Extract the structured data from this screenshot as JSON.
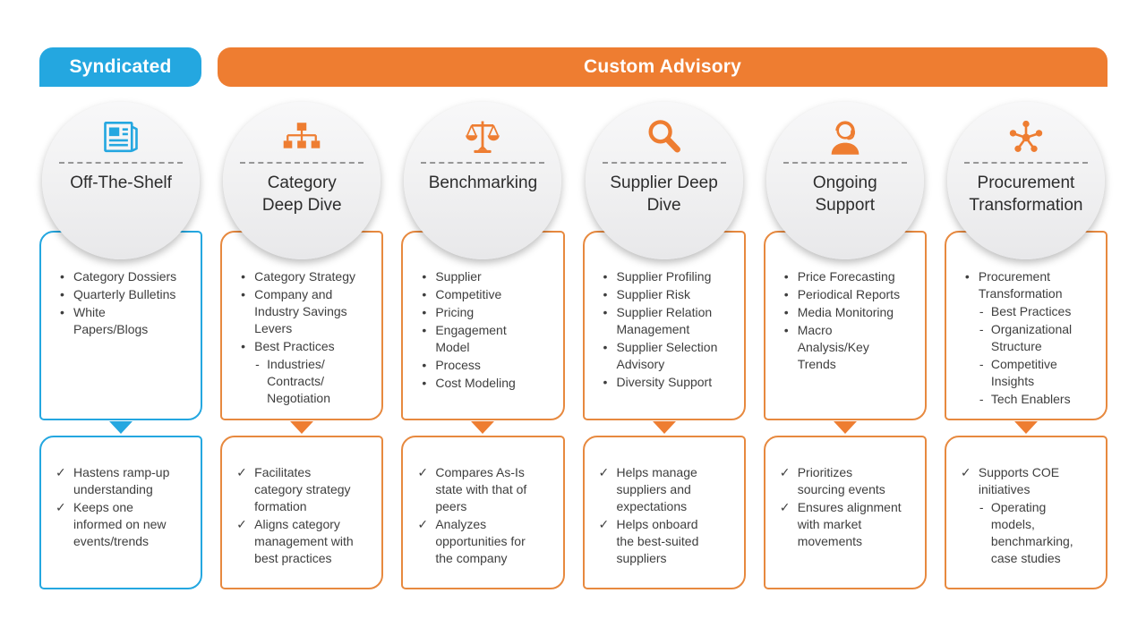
{
  "colors": {
    "blue": "#24A7E0",
    "orange": "#EE7D31",
    "orange_border": "#E7893F",
    "text": "#3E3E3E"
  },
  "header": {
    "syndicated_label": "Syndicated",
    "custom_advisory_label": "Custom Advisory"
  },
  "columns": [
    {
      "id": "off-the-shelf",
      "accent": "blue",
      "icon": "newspaper-icon",
      "title": "Off-The-Shelf",
      "services": [
        {
          "marker": "bullet",
          "text": "Category Dossiers"
        },
        {
          "marker": "bullet",
          "text": "Quarterly Bulletins"
        },
        {
          "marker": "bullet",
          "text": "White\nPapers/Blogs"
        }
      ],
      "benefits": [
        {
          "marker": "check",
          "text": "Hastens ramp-up\nunderstanding"
        },
        {
          "marker": "check",
          "text": "Keeps one\ninformed on new\nevents/trends"
        }
      ]
    },
    {
      "id": "category-deep-dive",
      "accent": "orange",
      "icon": "sitemap-icon",
      "title": "Category\nDeep Dive",
      "services": [
        {
          "marker": "bullet",
          "text": "Category Strategy"
        },
        {
          "marker": "bullet",
          "text": "Company and\nIndustry Savings\nLevers"
        },
        {
          "marker": "bullet",
          "text": "Best Practices"
        },
        {
          "marker": "dash",
          "text": "Industries/\nContracts/\nNegotiation"
        }
      ],
      "benefits": [
        {
          "marker": "check",
          "text": "Facilitates\ncategory strategy\nformation"
        },
        {
          "marker": "check",
          "text": "Aligns category\nmanagement with\nbest practices"
        }
      ]
    },
    {
      "id": "benchmarking",
      "accent": "orange",
      "icon": "scale-icon",
      "title": "Benchmarking",
      "services": [
        {
          "marker": "bullet",
          "text": "Supplier"
        },
        {
          "marker": "bullet",
          "text": "Competitive"
        },
        {
          "marker": "bullet",
          "text": "Pricing"
        },
        {
          "marker": "bullet",
          "text": "Engagement\nModel"
        },
        {
          "marker": "bullet",
          "text": "Process"
        },
        {
          "marker": "bullet",
          "text": "Cost Modeling"
        }
      ],
      "benefits": [
        {
          "marker": "check",
          "text": "Compares As-Is\nstate with that of\npeers"
        },
        {
          "marker": "check",
          "text": "Analyzes\nopportunities for\nthe company"
        }
      ]
    },
    {
      "id": "supplier-deep-dive",
      "accent": "orange",
      "icon": "search-icon",
      "title": "Supplier Deep\nDive",
      "services": [
        {
          "marker": "bullet",
          "text": "Supplier Profiling"
        },
        {
          "marker": "bullet",
          "text": "Supplier Risk"
        },
        {
          "marker": "bullet",
          "text": "Supplier Relation\nManagement"
        },
        {
          "marker": "bullet",
          "text": "Supplier Selection\nAdvisory"
        },
        {
          "marker": "bullet",
          "text": "Diversity Support"
        }
      ],
      "benefits": [
        {
          "marker": "check",
          "text": "Helps manage\nsuppliers and\nexpectations"
        },
        {
          "marker": "check",
          "text": "Helps onboard\nthe best-suited\nsuppliers"
        }
      ]
    },
    {
      "id": "ongoing-support",
      "accent": "orange",
      "icon": "support-agent-icon",
      "title": "Ongoing\nSupport",
      "services": [
        {
          "marker": "bullet",
          "text": "Price Forecasting"
        },
        {
          "marker": "bullet",
          "text": "Periodical Reports"
        },
        {
          "marker": "bullet",
          "text": "Media Monitoring"
        },
        {
          "marker": "bullet",
          "text": "Macro\nAnalysis/Key\nTrends"
        }
      ],
      "benefits": [
        {
          "marker": "check",
          "text": "Prioritizes\nsourcing events"
        },
        {
          "marker": "check",
          "text": "Ensures alignment\nwith market\nmovements"
        }
      ]
    },
    {
      "id": "procurement-transformation",
      "accent": "orange",
      "icon": "network-icon",
      "title": "Procurement\nTransformation",
      "services": [
        {
          "marker": "bullet",
          "text": "Procurement\nTransformation"
        },
        {
          "marker": "dash",
          "text": "Best Practices"
        },
        {
          "marker": "dash",
          "text": "Organizational\nStructure"
        },
        {
          "marker": "dash",
          "text": "Competitive\nInsights"
        },
        {
          "marker": "dash",
          "text": "Tech Enablers"
        }
      ],
      "benefits": [
        {
          "marker": "check",
          "text": "Supports COE\ninitiatives"
        },
        {
          "marker": "dash",
          "text": "Operating\nmodels,\nbenchmarking,\ncase studies"
        }
      ]
    }
  ]
}
